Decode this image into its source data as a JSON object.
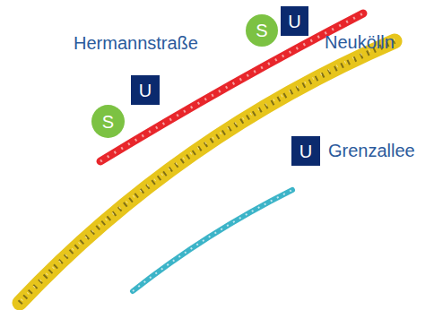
{
  "diagram": {
    "nodes": [
      {
        "text": [
          "S"
        ]
      },
      {
        "text": [
          "U"
        ]
      },
      {
        "text": [
          "U"
        ]
      },
      {
        "text": [
          "S"
        ]
      },
      {
        "text": [
          "U"
        ]
      }
    ],
    "labels": [
      "Hermannstraße",
      "Neukölln",
      "Grenzallee"
    ]
  }
}
